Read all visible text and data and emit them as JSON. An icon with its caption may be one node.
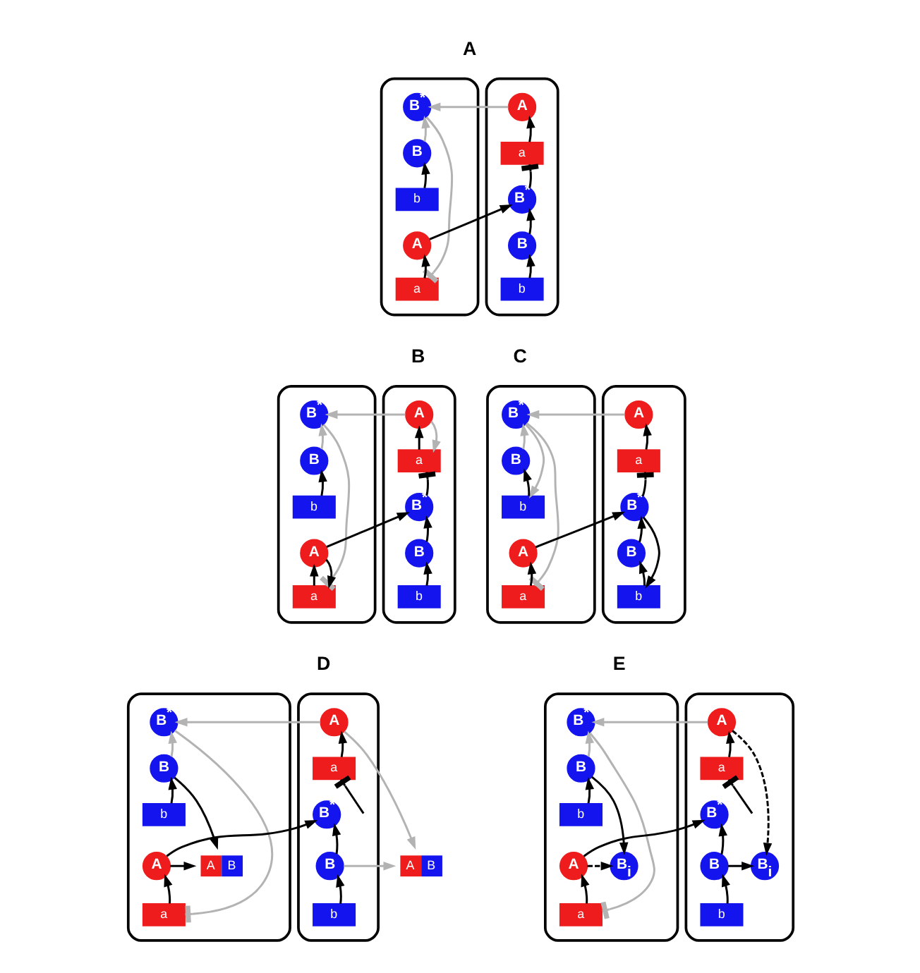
{
  "diagram": {
    "nodes": [
      {
        "text": [],
        "shape": "ellipse"
      },
      {
        "text": [
          "B$^{*}$"
        ],
        "in": 0
      },
      {
        "text": [
          "B"
        ],
        "in": 0
      },
      {
        "text": [
          "b"
        ],
        "in": 0
      },
      {
        "text": [
          "A"
        ],
        "in": 0
      },
      {
        "text": [
          "a"
        ],
        "in": 0
      },
      {
        "text": [],
        "shape": "ellipse"
      },
      {
        "text": [
          "A"
        ],
        "in": 6
      },
      {
        "text": [
          "a"
        ],
        "in": 6
      },
      {
        "text": [
          "B$^{*}$"
        ],
        "in": 6
      },
      {
        "text": [
          "B"
        ],
        "in": 6
      },
      {
        "text": [
          "b"
        ],
        "in": 6
      },
      {
        "text": [],
        "shape": "ellipse"
      },
      {
        "text": [
          "B$^{*}$"
        ],
        "in": 12
      },
      {
        "text": [
          "B"
        ],
        "in": 12
      },
      {
        "text": [
          "b"
        ],
        "in": 12
      },
      {
        "text": [
          "A"
        ],
        "in": 12
      },
      {
        "text": [
          "a"
        ],
        "in": 12
      },
      {
        "text": [],
        "shape": "ellipse"
      },
      {
        "text": [
          "A"
        ],
        "in": 18
      },
      {
        "text": [
          "a"
        ],
        "in": 18
      },
      {
        "text": [
          "B$^{*}$"
        ],
        "in": 18
      },
      {
        "text": [
          "B"
        ],
        "in": 18
      },
      {
        "text": [
          "b"
        ],
        "in": 18
      },
      {
        "text": [],
        "shape": "ellipse"
      },
      {
        "text": [
          "B$^{*}$"
        ],
        "in": 24
      },
      {
        "text": [
          "B"
        ],
        "in": 24
      },
      {
        "text": [
          "b"
        ],
        "in": 24
      },
      {
        "text": [
          "A"
        ],
        "in": 24
      },
      {
        "text": [
          "a"
        ],
        "in": 24
      },
      {
        "text": [],
        "shape": "ellipse"
      },
      {
        "text": [
          "A"
        ],
        "in": 30
      },
      {
        "text": [
          "a"
        ],
        "in": 30
      },
      {
        "text": [
          "B$^{*}$"
        ],
        "in": 30
      },
      {
        "text": [
          "B"
        ],
        "in": 30
      },
      {
        "text": [
          "b"
        ],
        "in": 30
      },
      {
        "text": [],
        "shape": "ellipse"
      },
      {
        "text": [
          "B$^{*}$"
        ],
        "in": 36
      },
      {
        "text": [
          "B"
        ],
        "in": 36
      },
      {
        "text": [
          "b"
        ],
        "in": 36
      },
      {
        "text": [
          "A"
        ],
        "in": 36
      },
      {
        "text": [
          "a"
        ],
        "in": 36
      },
      {
        "text": [],
        "shape": "ellipse"
      },
      {
        "text": [
          "A"
        ],
        "in": 42
      },
      {
        "text": [
          "a"
        ],
        "in": 42
      },
      {
        "text": [
          "B$^{*}$"
        ],
        "in": 42
      },
      {
        "text": [
          "B"
        ],
        "in": 42
      },
      {
        "text": [
          "b"
        ],
        "in": 42
      },
      {
        "text": [
          "A",
          "B"
        ],
        "in": 36
      },
      {
        "text": [
          "A",
          "B"
        ]
      },
      {
        "text": [],
        "shape": "ellipse"
      },
      {
        "text": [
          "B$^{*}$"
        ],
        "in": 50
      },
      {
        "text": [
          "B"
        ],
        "in": 50
      },
      {
        "text": [
          "b"
        ],
        "in": 50
      },
      {
        "text": [
          "A"
        ],
        "in": 50
      },
      {
        "text": [
          "a"
        ],
        "in": 50
      },
      {
        "text": [],
        "shape": "ellipse"
      },
      {
        "text": [
          "A"
        ],
        "in": 56
      },
      {
        "text": [
          "a"
        ],
        "in": 56
      },
      {
        "text": [
          "B$^{*}$"
        ],
        "in": 56
      },
      {
        "text": [
          "B"
        ],
        "in": 56
      },
      {
        "text": [
          "b"
        ],
        "in": 56
      },
      {
        "text": [
          "B$_{i}$"
        ],
        "in": 50
      },
      {
        "text": [
          "B$_{i}$"
        ],
        "in": 56
      }
    ],
    "edges": [
      {
        "from": 3,
        "to": 2,
        "arrow": "to"
      },
      {
        "from": 2,
        "to": 1,
        "arrow": "to",
        "color": "#b3b3b3"
      },
      {
        "from": 7,
        "to": 1,
        "arrow": "to",
        "color": "#b3b3b3"
      },
      {
        "from": 1,
        "to": 5,
        "arrow": "other",
        "color": "#b3b3b3"
      },
      {
        "from": 5,
        "to": 4,
        "arrow": "to"
      },
      {
        "from": 4,
        "to": 9,
        "arrow": "to"
      },
      {
        "from": 8,
        "to": 7,
        "arrow": "to"
      },
      {
        "from": 9,
        "to": 8,
        "arrow": "other"
      },
      {
        "from": 11,
        "to": 10,
        "arrow": "to"
      },
      {
        "from": 10,
        "to": 9,
        "arrow": "to"
      },
      {
        "from": 15,
        "to": 14,
        "arrow": "to"
      },
      {
        "from": 14,
        "to": 13,
        "arrow": "to",
        "color": "#b3b3b3"
      },
      {
        "from": 19,
        "to": 13,
        "arrow": "to",
        "color": "#b3b3b3"
      },
      {
        "from": 13,
        "to": 17,
        "arrow": "other",
        "color": "#b3b3b3"
      },
      {
        "from": 17,
        "to": 16,
        "arrow": "to"
      },
      {
        "from": 16,
        "to": 17,
        "arrow": "to"
      },
      {
        "from": 16,
        "to": 21,
        "arrow": "to"
      },
      {
        "from": 20,
        "to": 19,
        "arrow": "to"
      },
      {
        "from": 19,
        "to": 20,
        "arrow": "to",
        "color": "#b3b3b3"
      },
      {
        "from": 21,
        "to": 20,
        "arrow": "other"
      },
      {
        "from": 23,
        "to": 22,
        "arrow": "to"
      },
      {
        "from": 22,
        "to": 21,
        "arrow": "to"
      },
      {
        "from": 27,
        "to": 26,
        "arrow": "to"
      },
      {
        "from": 26,
        "to": 25,
        "arrow": "to",
        "color": "#b3b3b3"
      },
      {
        "from": 31,
        "to": 25,
        "arrow": "to",
        "color": "#b3b3b3"
      },
      {
        "from": 25,
        "to": 27,
        "arrow": "to",
        "color": "#b3b3b3"
      },
      {
        "from": 25,
        "to": 29,
        "arrow": "other",
        "color": "#b3b3b3"
      },
      {
        "from": 29,
        "to": 28,
        "arrow": "to"
      },
      {
        "from": 28,
        "to": 33,
        "arrow": "to"
      },
      {
        "from": 32,
        "to": 31,
        "arrow": "to"
      },
      {
        "from": 33,
        "to": 32,
        "arrow": "other"
      },
      {
        "from": 33,
        "to": 35,
        "arrow": "to"
      },
      {
        "from": 35,
        "to": 34,
        "arrow": "to"
      },
      {
        "from": 34,
        "to": 33,
        "arrow": "to"
      },
      {
        "from": 39,
        "to": 38,
        "arrow": "to"
      },
      {
        "from": 38,
        "to": 37,
        "arrow": "to",
        "color": "#b3b3b3"
      },
      {
        "from": 43,
        "to": 37,
        "arrow": "to",
        "color": "#b3b3b3"
      },
      {
        "from": 37,
        "to": 41,
        "arrow": "other",
        "color": "#b3b3b3"
      },
      {
        "from": 38,
        "to": 48,
        "arrow": "to"
      },
      {
        "from": 41,
        "to": 40,
        "arrow": "to"
      },
      {
        "from": 40,
        "to": 48,
        "arrow": "to"
      },
      {
        "from": 40,
        "to": 45,
        "arrow": "to"
      },
      {
        "from": 44,
        "to": 43,
        "arrow": "to"
      },
      {
        "from": 43,
        "to": 49,
        "arrow": "to",
        "color": "#b3b3b3"
      },
      {
        "from": null,
        "to": 44,
        "arrow": "other"
      },
      {
        "from": 47,
        "to": 46,
        "arrow": "to"
      },
      {
        "from": 46,
        "to": 45,
        "arrow": "to"
      },
      {
        "from": 46,
        "to": 49,
        "arrow": "to",
        "color": "#b3b3b3"
      },
      {
        "from": 53,
        "to": 52,
        "arrow": "to"
      },
      {
        "from": 52,
        "to": 51,
        "arrow": "to",
        "color": "#b3b3b3"
      },
      {
        "from": 57,
        "to": 51,
        "arrow": "to",
        "color": "#b3b3b3"
      },
      {
        "from": 51,
        "to": 55,
        "arrow": "other",
        "color": "#b3b3b3"
      },
      {
        "from": 52,
        "to": 62,
        "arrow": "to"
      },
      {
        "from": 54,
        "to": 62,
        "arrow": "to",
        "style": "dashed"
      },
      {
        "from": 55,
        "to": 54,
        "arrow": "to"
      },
      {
        "from": 54,
        "to": 59,
        "arrow": "to"
      },
      {
        "from": 58,
        "to": 57,
        "arrow": "to"
      },
      {
        "from": 57,
        "to": 63,
        "arrow": "to",
        "style": "dashed"
      },
      {
        "from": null,
        "to": 58,
        "arrow": "other"
      },
      {
        "from": 61,
        "to": 60,
        "arrow": "to"
      },
      {
        "from": 60,
        "to": 59,
        "arrow": "to"
      },
      {
        "from": 60,
        "to": 63,
        "arrow": "to"
      }
    ],
    "labels": [
      "A",
      "B",
      "C",
      "D",
      "E"
    ]
  }
}
